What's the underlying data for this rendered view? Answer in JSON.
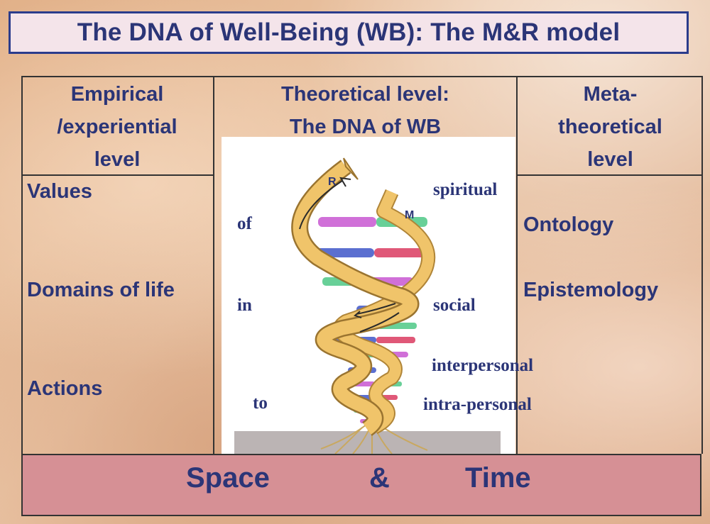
{
  "title": "The DNA of Well-Being (WB):  The M&R model",
  "columns": {
    "empirical": [
      "Empirical",
      "/experiential",
      "level"
    ],
    "theoretical": [
      "Theoretical level:",
      "The DNA of WB"
    ],
    "meta": [
      "Meta-",
      "theoretical",
      "level"
    ]
  },
  "empirical_items": [
    "Values",
    "Domains of life",
    "Actions"
  ],
  "meta_items": [
    "Ontology",
    "Epistemology"
  ],
  "dna_left_words": [
    "of",
    "in",
    "to"
  ],
  "dna_right_words": [
    "spiritual",
    "social",
    "interpersonal",
    "intra-personal"
  ],
  "helix_letters": [
    "R",
    "M"
  ],
  "footer": [
    "Space",
    "&",
    "Time"
  ],
  "colors": {
    "text": "#2b3577",
    "title_border": "#2b3c8c",
    "title_bg": "#f4e4ea",
    "footer_bg": "#d69095",
    "helix": "#f0c46a",
    "rung_pink": "#d070d8",
    "rung_blue": "#5b6fd0",
    "rung_green": "#68d098",
    "rung_red": "#e05878"
  }
}
